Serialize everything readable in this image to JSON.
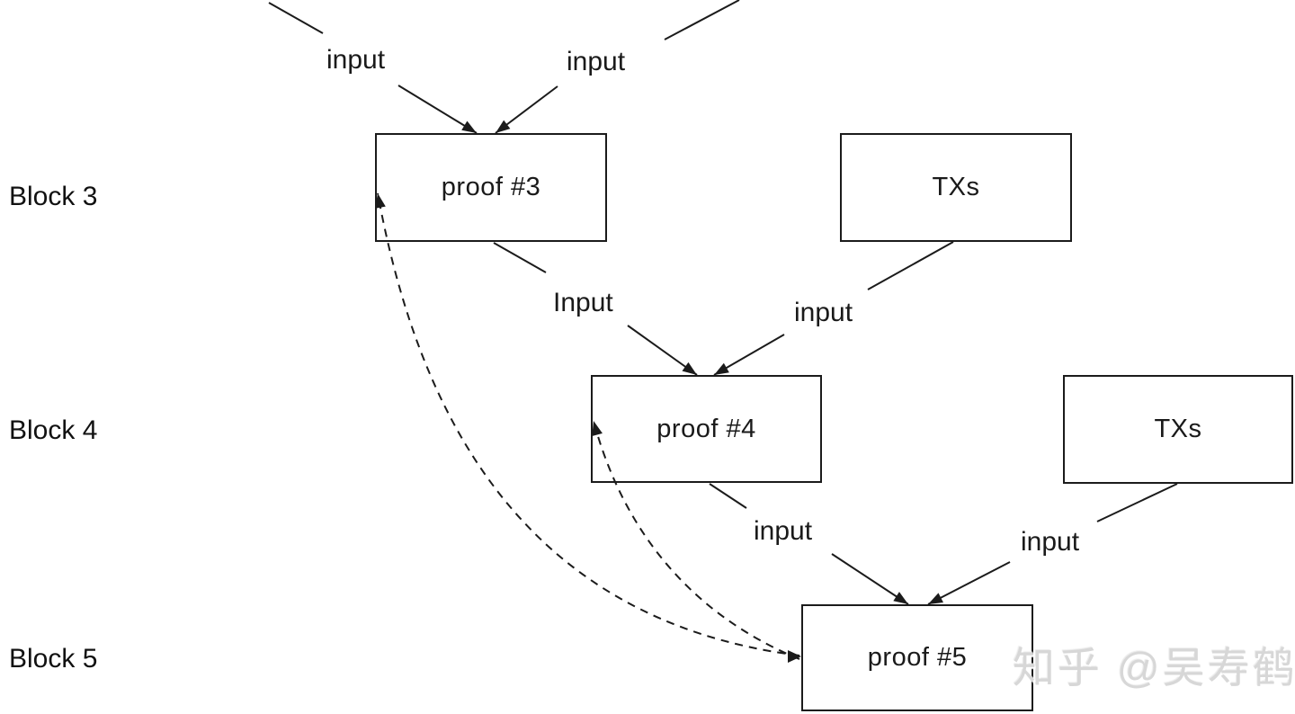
{
  "diagram": {
    "title_hint": "recursive proof chain diagram",
    "blocks": [
      {
        "label": "Block 3"
      },
      {
        "label": "Block 4"
      },
      {
        "label": "Block 5"
      }
    ],
    "boxes": {
      "proof3": {
        "label": "proof #3"
      },
      "txs_block3": {
        "label": "TXs"
      },
      "proof4": {
        "label": "proof #4"
      },
      "txs_block4": {
        "label": "TXs"
      },
      "proof5": {
        "label": "proof #5"
      }
    },
    "edge_labels": {
      "row1_left": "input",
      "row1_right": "input",
      "row2_left": "Input",
      "row2_right": "input",
      "row3_left": "input",
      "row3_right": "input"
    },
    "colors": {
      "line": "#1b1b1b",
      "text": "#1a1a1a",
      "watermark": "#d7d7d7",
      "background": "#ffffff"
    }
  },
  "watermark": {
    "text": "知乎 @吴寿鹤"
  }
}
